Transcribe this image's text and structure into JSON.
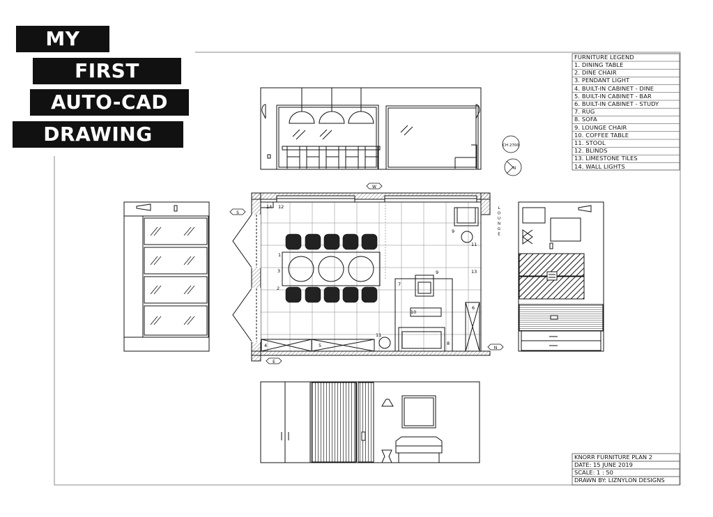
{
  "title": {
    "line1": "MY",
    "line2": "FIRST",
    "line3": "AUTO-CAD",
    "line4": "DRAWING"
  },
  "legend": {
    "heading": "FURNITURE LEGEND",
    "items": [
      "1. DINING TABLE",
      "2. DINE CHAIR",
      "3. PENDANT LIGHT",
      "4. BUILT-IN CABINET - DINE",
      "5. BUILT-IN CABINET - BAR",
      "6. BUILT-IN CABINET - STUDY",
      "7. RUG",
      "8. SOFA",
      "9. LOUNGE CHAIR",
      "10. COFFEE TABLE",
      "11. STOOL",
      "12. BLINDS",
      "13. LIMESTONE TILES",
      "14. WALL LIGHTS"
    ]
  },
  "title_block": {
    "project": "KNORR FURNITURE PLAN 2",
    "date": "DATE: 15 JUNE 2019",
    "scale": "SCALE:  1 : 50",
    "drawn_by": "DRAWN BY: LIZNYLON DESIGNS"
  },
  "markers": {
    "ceiling_height": "CH 2700",
    "north": "N",
    "west": "W",
    "south": "S",
    "east": "E",
    "north_tag": "N",
    "lounge": "LOUNGE"
  },
  "plan_labels": {
    "l1": "1",
    "l2": "2",
    "l3": "3",
    "l4": "4",
    "l5": "5",
    "l6": "6",
    "l7": "7",
    "l8": "8",
    "l9": "9",
    "l9b": "9",
    "l10": "10",
    "l11a": "11",
    "l11b": "11",
    "l12": "12",
    "l13": "13",
    "l14": "14"
  },
  "colors": {
    "line": "#111111",
    "title_bg": "#111111",
    "title_text": "#ffffff"
  }
}
